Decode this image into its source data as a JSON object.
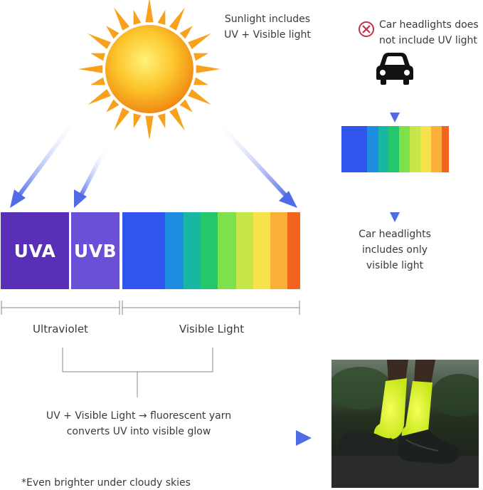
{
  "texts": {
    "sunlight": [
      "Sunlight includes",
      "UV + Visible light"
    ],
    "car_no_uv": [
      "Car headlights does",
      "not include UV light"
    ],
    "car_visible": [
      "Car headlights",
      "includes only",
      "visible light"
    ],
    "ultraviolet": "Ultraviolet",
    "visible_light": "Visible Light",
    "glow": [
      "UV + Visible Light → fluorescent yarn",
      "converts UV into visible glow"
    ],
    "footnote": "*Even brighter under cloudy skies"
  },
  "spectrum": {
    "uva_label": "UVA",
    "uvb_label": "UVB"
  },
  "icons": {
    "sun": "sun-icon",
    "car": "car-icon",
    "no": "no-icon",
    "arrow": "arrow-icon"
  },
  "colors": {
    "uva": "#5a2fb8",
    "uvb": "#6950d6",
    "arrow": "#5672e6",
    "visible_stripes": [
      "#2f55ee",
      "#1f8ee0",
      "#18b7a2",
      "#25c76d",
      "#7ee04a",
      "#c6e64a",
      "#f6e24a",
      "#fbb03a",
      "#f5641e"
    ],
    "car_stripes": [
      "#2f55ee",
      "#1f8ee0",
      "#18b7a2",
      "#25c76d",
      "#7ee04a",
      "#c6e64a",
      "#f6e24a",
      "#fbb03a",
      "#f5641e"
    ]
  }
}
